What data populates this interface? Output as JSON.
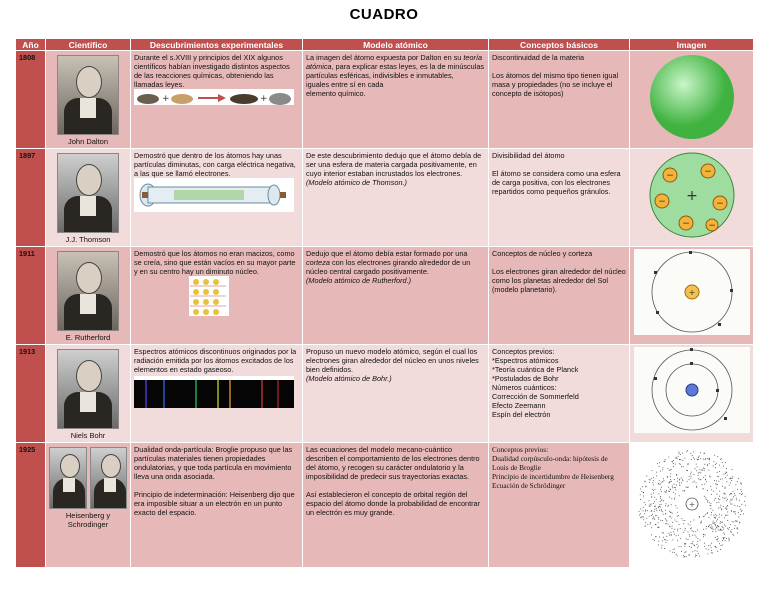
{
  "title": "CUADRO",
  "headers": [
    "Año",
    "Científico",
    "Descubrimientos experimentales",
    "Modelo atómico",
    "Conceptos básicos",
    "Imagen"
  ],
  "rows": [
    {
      "year": "1808",
      "scientist": "John Dalton",
      "discovery": "Durante el s.XVIII y principios del XIX algunos científicos habían investigado distintos aspectos de las reacciones químicas, obteniendo las llamadas leyes.",
      "model_1": "La imagen del átomo expuesta por Dalton en su ",
      "model_1_em": "teoría atómica",
      "model_1b": ", para explicar estas leyes, es la de minúsculas partículas esféricas, indivisibles e inmutables,",
      "model_2": "iguales entre sí en cada",
      "model_3": "elemento químico.",
      "concept_1": "Discontinuidad de la materia",
      "concept_2": "Los átomos del mismo tipo tienen igual masa y propiedades (no se incluye el concepto de isótopos)"
    },
    {
      "year": "1897",
      "scientist": "J.J. Thomson",
      "discovery": "Demostró que dentro de los átomos hay unas partículas diminutas, con carga eléctrica negativa, a las que se llamó electrones.",
      "model_1": "De este descubrimiento dedujo que el átomo debía de ser una esfera de materia cargada positivamente, en cuyo interior estaban incrustados los electrones.",
      "model_em": "(Modelo atómico de Thomson.)",
      "concept_1": "Divisibilidad del átomo",
      "concept_2": "El átomo se considera como una esfera de carga positiva, con los electrones repartidos como pequeños gránulos."
    },
    {
      "year": "1911",
      "scientist": "E. Rutherford",
      "discovery": "Demostró que los átomos no eran macizos, como se creía, sino que están vacíos en su mayor parte y en su centro hay un diminuto núcleo.",
      "model_1": "Dedujo que el átomo debía estar formado por una ",
      "model_1_em": "corteza",
      "model_1b": " con los electrones girando alrededor de un núcleo central cargado positivamente.",
      "model_em": "(Modelo atómico de Rutherford.)",
      "concept_1": "Conceptos de núcleo y corteza",
      "concept_2": "Los electrones giran alrededor del núcleo como los planetas alrededor del Sol (modelo planetario)."
    },
    {
      "year": "1913",
      "scientist": "Niels Bohr",
      "discovery": "Espectros atómicos discontinuos originados por la radiación emitida por los átomos excitados de los elementos en estado gaseoso.",
      "model_1": "Propuso un nuevo modelo atómico, según el cual los electrones giran alrededor del núcleo en unos niveles bien definidos.",
      "model_em": "(Modelo atómico de Bohr.)",
      "concepts": [
        "Conceptos previos:",
        "*Espectros atómicos",
        "*Teoría cuántica de Planck",
        "*Postulados de Bohr",
        "Números cuánticos:",
        "Corrección de Sommerfeld",
        "Efecto Zeemann",
        "Espín del electrón"
      ]
    },
    {
      "year": "1925",
      "scientist": "Heisenberg y Schrodinger",
      "discovery_1": "Dualidad onda-partícula: Broglie propuso que las partículas materiales tienen propiedades ondulatorias, y que toda partícula en movimiento lleva una onda asociada.",
      "discovery_2": "Principio de indeterminación: Heisenberg dijo que era imposible situar a un electrón en un punto exacto del espacio.",
      "model_1": "Las ecuaciones del modelo mecano-cuántico describen el comportamiento de los electrones dentro del átomo, y recogen su carácter ondulatorio y la imposibilidad de predecir sus trayectorias exactas.",
      "model_2": "Así establecieron el concepto de orbital región del espacio del átomo donde la probabilidad de encontrar un electrón es muy grande.",
      "concepts": [
        "Conceptos previos:",
        "Dualidad corpúsculo-onda: hipótesis de Louis de Broglie",
        "Principio de incertidumbre de Heisenberg",
        "Ecuación de Schrödinger"
      ]
    }
  ],
  "colors": {
    "header": "#c0504d",
    "row_dark": "#e6b9b8",
    "row_light": "#f2dcdb"
  }
}
